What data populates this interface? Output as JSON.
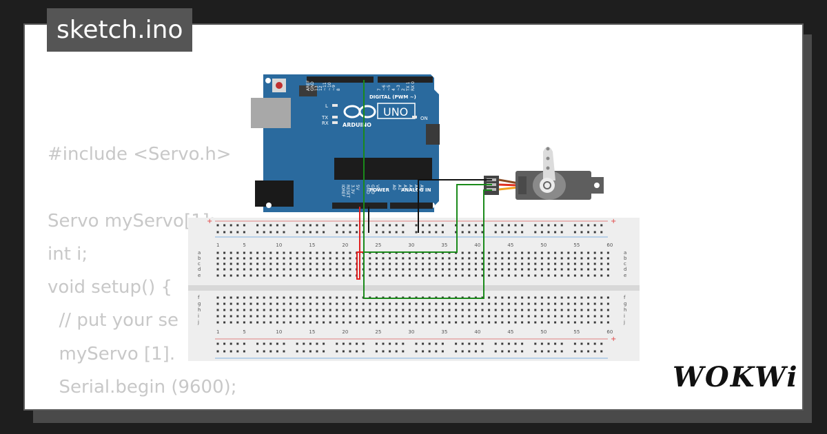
{
  "title": "sketch.ino",
  "code_lines": [
    "#include <Servo.h>",
    "",
    "Servo myServo[1];",
    "int i;",
    "void setup() {",
    "  // put your se",
    "  myServo [1].",
    "  Serial.begin (9600);"
  ],
  "logo": "WOKWi",
  "arduino": {
    "brand": "ARDUINO",
    "model": "UNO",
    "digital_label": "DIGITAL (PWM ~)",
    "power_label": "POWER",
    "analog_label": "ANALOG IN",
    "on_label": "ON",
    "led_labels": [
      "L",
      "TX",
      "RX"
    ],
    "top_pins": [
      "AREF",
      "GND",
      "13",
      "12",
      "~11",
      "~10",
      "~9",
      "8",
      "7",
      "~6",
      "~5",
      "4",
      "~3",
      "2",
      "TX 1",
      "RX 0"
    ],
    "bottom_pins": [
      "IOREF",
      "RESET",
      "3.3V",
      "5V",
      "GND",
      "GND",
      "Vin",
      "A0",
      "A1",
      "A2",
      "A3",
      "A4",
      "A5"
    ]
  },
  "breadboard": {
    "column_numbers": [
      "1",
      "5",
      "10",
      "15",
      "20",
      "25",
      "30",
      "35",
      "40",
      "45",
      "50",
      "55",
      "60"
    ],
    "row_letters_top": [
      "a",
      "b",
      "c",
      "d",
      "e"
    ],
    "row_letters_bottom": [
      "f",
      "g",
      "h",
      "i",
      "j"
    ],
    "rail_plus": "+",
    "rail_minus": "-"
  },
  "colors": {
    "board": "#2a6a9e",
    "wire_green": "#1a8a1a",
    "wire_red": "#e02020",
    "wire_black": "#111111",
    "servo_body": "#5e5e5e"
  }
}
